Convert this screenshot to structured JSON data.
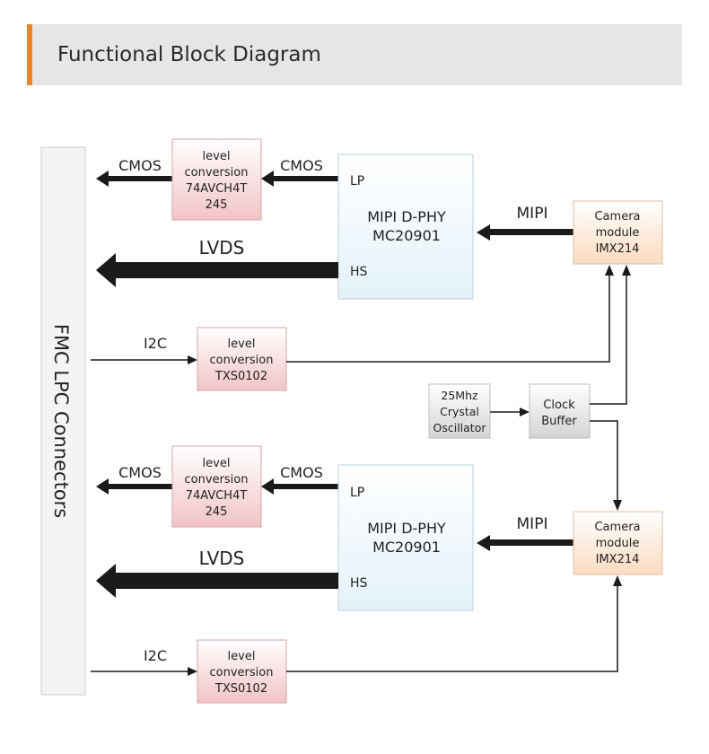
{
  "header": {
    "title": "Functional Block Diagram"
  },
  "diagram": {
    "fmc": {
      "label": "FMC LPC Connectors"
    },
    "channels": [
      {
        "cmos_out_label": "CMOS",
        "level_conv_cmos": [
          "level",
          "conversion",
          "74AVCH4T",
          "245"
        ],
        "cmos_in_label": "CMOS",
        "mipi_dphy": {
          "name": [
            "MIPI D-PHY",
            "MC20901"
          ],
          "lp": "LP",
          "hs": "HS"
        },
        "lvds_label": "LVDS",
        "mipi_label": "MIPI",
        "camera": [
          "Camera",
          "module",
          "IMX214"
        ],
        "i2c_label": "I2C",
        "level_conv_i2c": [
          "level",
          "conversion",
          "TXS0102"
        ]
      },
      {
        "cmos_out_label": "CMOS",
        "level_conv_cmos": [
          "level",
          "conversion",
          "74AVCH4T",
          "245"
        ],
        "cmos_in_label": "CMOS",
        "mipi_dphy": {
          "name": [
            "MIPI D-PHY",
            "MC20901"
          ],
          "lp": "LP",
          "hs": "HS"
        },
        "lvds_label": "LVDS",
        "mipi_label": "MIPI",
        "camera": [
          "Camera",
          "module",
          "IMX214"
        ],
        "i2c_label": "I2C",
        "level_conv_i2c": [
          "level",
          "conversion",
          "TXS0102"
        ]
      }
    ],
    "oscillator": [
      "25Mhz",
      "Crystal",
      "Oscillator"
    ],
    "clock_buffer": [
      "Clock",
      "Buffer"
    ]
  }
}
